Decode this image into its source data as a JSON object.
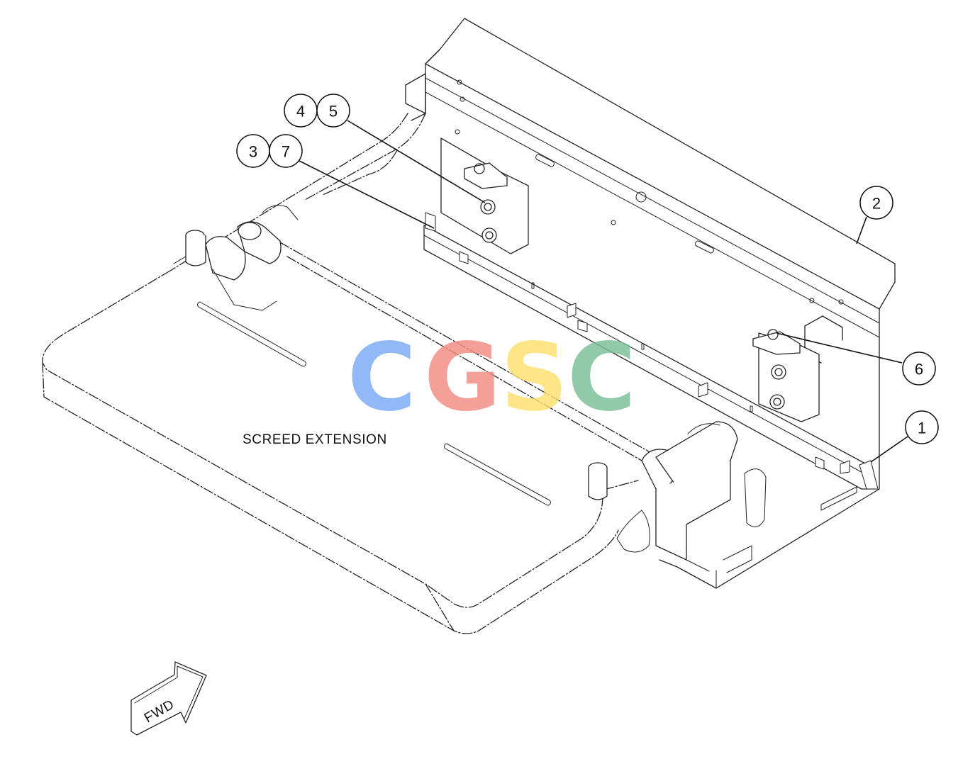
{
  "diagram": {
    "label": "SCREED EXTENSION",
    "direction_arrow": "FWD",
    "callouts": [
      "1",
      "2",
      "3",
      "7",
      "4",
      "5",
      "6"
    ]
  },
  "watermark": {
    "letters": [
      "C",
      "G",
      "S",
      "C"
    ],
    "colors": [
      "#7aaaf6",
      "#f28b82",
      "#fde06e",
      "#78bf96"
    ]
  }
}
